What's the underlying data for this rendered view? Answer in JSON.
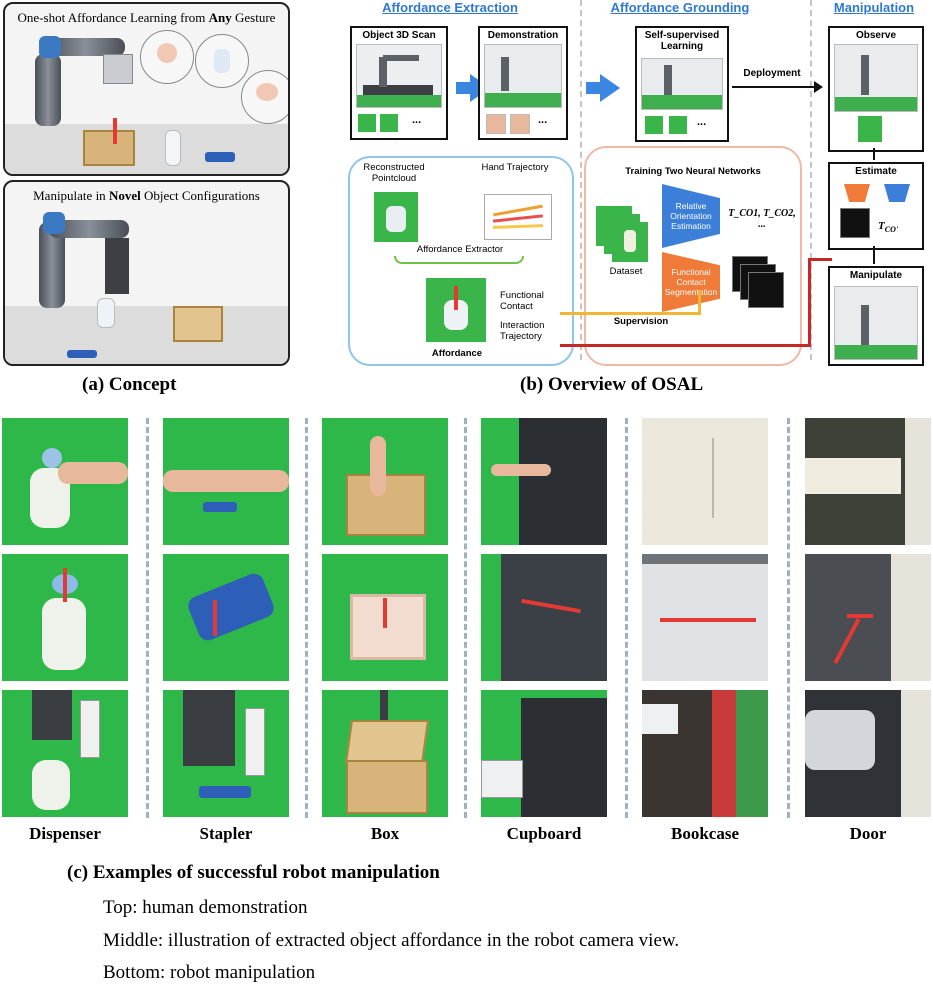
{
  "panel_a": {
    "top_title_prefix": "One-shot Affordance Learning from ",
    "top_title_emph": "Any",
    "top_title_suffix": " Gesture",
    "bottom_title_prefix": "Manipulate in ",
    "bottom_title_emph": "Novel",
    "bottom_title_suffix": " Object Configurations",
    "caption": "(a) Concept"
  },
  "panel_b": {
    "sections": [
      "Affordance Extraction",
      "Affordance Grounding",
      "Manipulation"
    ],
    "object_scan_label": "Object 3D Scan",
    "demonstration_label": "Demonstration",
    "self_supervised_label": "Self-supervised Learning",
    "deployment_label": "Deployment",
    "observe_label": "Observe",
    "estimate_label": "Estimate",
    "estimate_math": "T",
    "estimate_math_sub": "CO'",
    "manipulate_label": "Manipulate",
    "reconstructed_label": "Reconstructed Pointcloud",
    "hand_trajectory_label": "Hand Trajectory",
    "affordance_extractor_label": "Affordance Extractor",
    "functional_contact_label": "Functional Contact",
    "interaction_trajectory_label": "Interaction Trajectory",
    "affordance_label": "Affordance",
    "training_label": "Training Two Neural Networks",
    "relative_orientation_label": "Relative Orientation Estimation",
    "functional_segmentation_label": "Functional Contact Segmentation",
    "dataset_label": "Dataset",
    "supervision_label": "Supervision",
    "tco_label": "T_CO1, T_CO2, ...",
    "ellipsis": "...",
    "caption": "(b) Overview of OSAL"
  },
  "panel_c": {
    "columns": [
      "Dispenser",
      "Stapler",
      "Box",
      "Cupboard",
      "Bookcase",
      "Door"
    ],
    "caption_title": "(c) Examples of successful robot manipulation",
    "caption_lines": [
      "Top: human demonstration",
      "Middle: illustration of extracted object affordance in the robot camera view.",
      "Bottom: robot manipulation"
    ]
  },
  "colors": {
    "accent_blue": "#2f78d0",
    "affordance_red": "#e53935",
    "screen_green": "#2fb84a",
    "supervision_yellow": "#f2b632",
    "nn_blue": "#3c7fd9",
    "nn_orange": "#f07a38"
  }
}
